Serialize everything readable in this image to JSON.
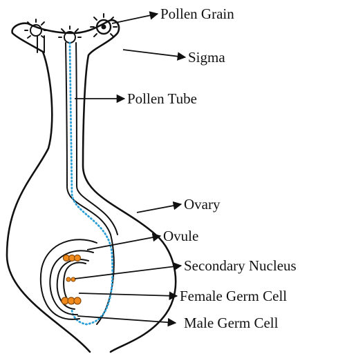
{
  "labels": {
    "pollen_grain": "Pollen Grain",
    "sigma": "Sigma",
    "pollen_tube": "Pollen Tube",
    "ovary": "Ovary",
    "ovule": "Ovule",
    "secondary_nucleus": "Secondary Nucleus",
    "female_germ_cell": "Female Germ Cell",
    "male_germ_cell": "Male Germ Cell"
  },
  "colors": {
    "outline": "#111111",
    "pollen_tube": "#2a9fd8",
    "nuclei_fill": "#f08a1c",
    "nuclei_stroke": "#8a4a08"
  }
}
